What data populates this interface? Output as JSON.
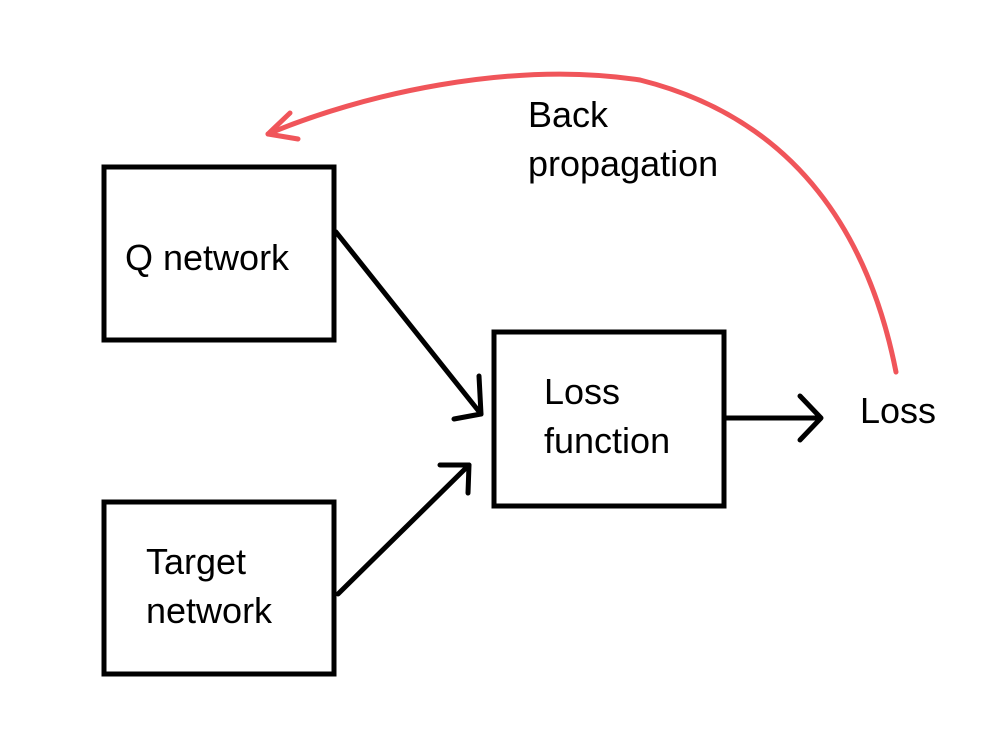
{
  "nodes": {
    "q_network": {
      "label": "Q network"
    },
    "target_network": {
      "line1": "Target",
      "line2": "network"
    },
    "loss_function": {
      "line1": "Loss",
      "line2": "function"
    },
    "loss_output": {
      "label": "Loss"
    }
  },
  "feedback": {
    "line1": "Back",
    "line2": "propagation",
    "color": "#f0555a"
  },
  "edges": [
    {
      "from": "Q network",
      "to": "Loss function"
    },
    {
      "from": "Target network",
      "to": "Loss function"
    },
    {
      "from": "Loss function",
      "to": "Loss"
    },
    {
      "from": "Loss",
      "to": "Q network"
    }
  ]
}
